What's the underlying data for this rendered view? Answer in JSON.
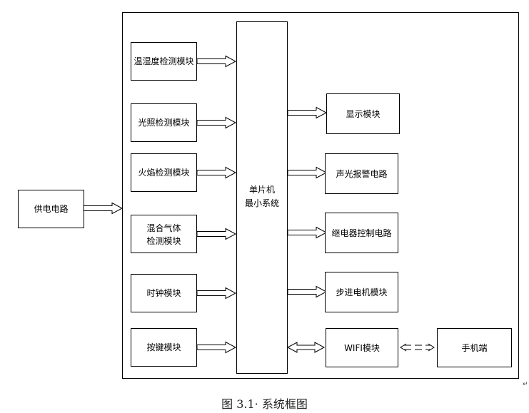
{
  "power_supply": "供电电路",
  "mcu": [
    "单片机",
    "最小系统"
  ],
  "inputs": {
    "temp_humidity": "温湿度检测模块",
    "light": "光照检测模块",
    "flame": "火焰检测模块",
    "gas": [
      "混合气体",
      "检测模块"
    ],
    "clock": "时钟模块",
    "keys": "按键模块"
  },
  "outputs": {
    "display": "显示模块",
    "alarm": "声光报警电路",
    "relay": "继电器控制电路",
    "stepper": "步进电机模块",
    "wifi": "WIFI模块"
  },
  "phone": "手机端",
  "caption": "图 3.1· 系统框图",
  "return_mark": "↵"
}
